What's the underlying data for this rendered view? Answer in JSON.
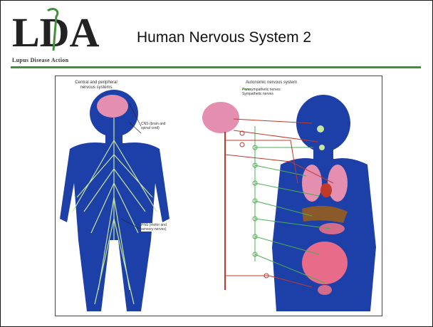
{
  "logo": {
    "letters": "LDA",
    "tagline": "Lupus Disease Action"
  },
  "slide": {
    "title": "Human Nervous System 2"
  },
  "figure": {
    "left_caption": "Central and peripheral nervous systems",
    "right_caption": "Autonomic nervous system",
    "cns_label": "CNS (brain and spinal cord)",
    "pns_label": "PNS (motor and sensory nerves)",
    "legend": [
      {
        "label": "Parasympathetic nerves",
        "color": "#c0392b"
      },
      {
        "label": "Sympathetic nerves",
        "color": "#4caf50"
      }
    ]
  },
  "colors": {
    "accent_rule": "#3f8f3b",
    "body_blue": "#1d3fa8",
    "brain_pink": "#e58fb0"
  }
}
